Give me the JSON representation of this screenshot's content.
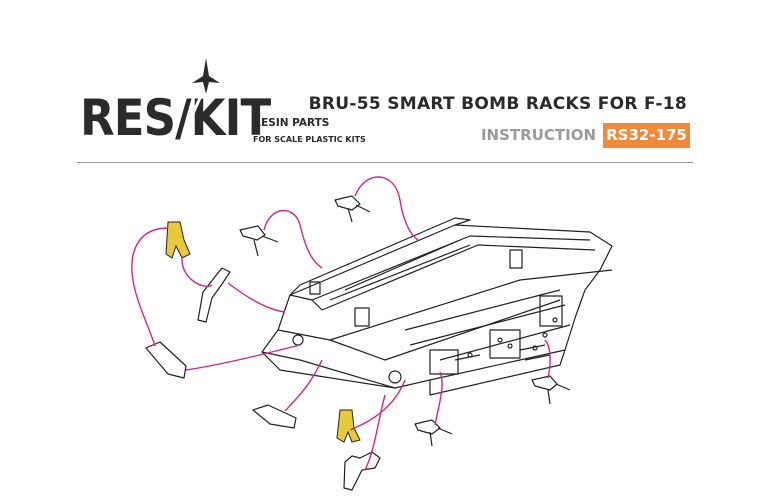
{
  "brand": {
    "name": "RES/KIT",
    "tagline1": "RESIN PARTS",
    "tagline2": "FOR SCALE PLASTIC KITS"
  },
  "header": {
    "title": "BRU-55 SMART BOMB RACKS FOR F-18",
    "subtitle": "INSTRUCTION",
    "code": "RS32-175"
  },
  "colors": {
    "accent": "#f08a3a",
    "leader_lines": "#d0268a",
    "resin_part": "#e8c93a",
    "text_dark": "#2b2b2b",
    "text_grey": "#9a9a9a"
  }
}
